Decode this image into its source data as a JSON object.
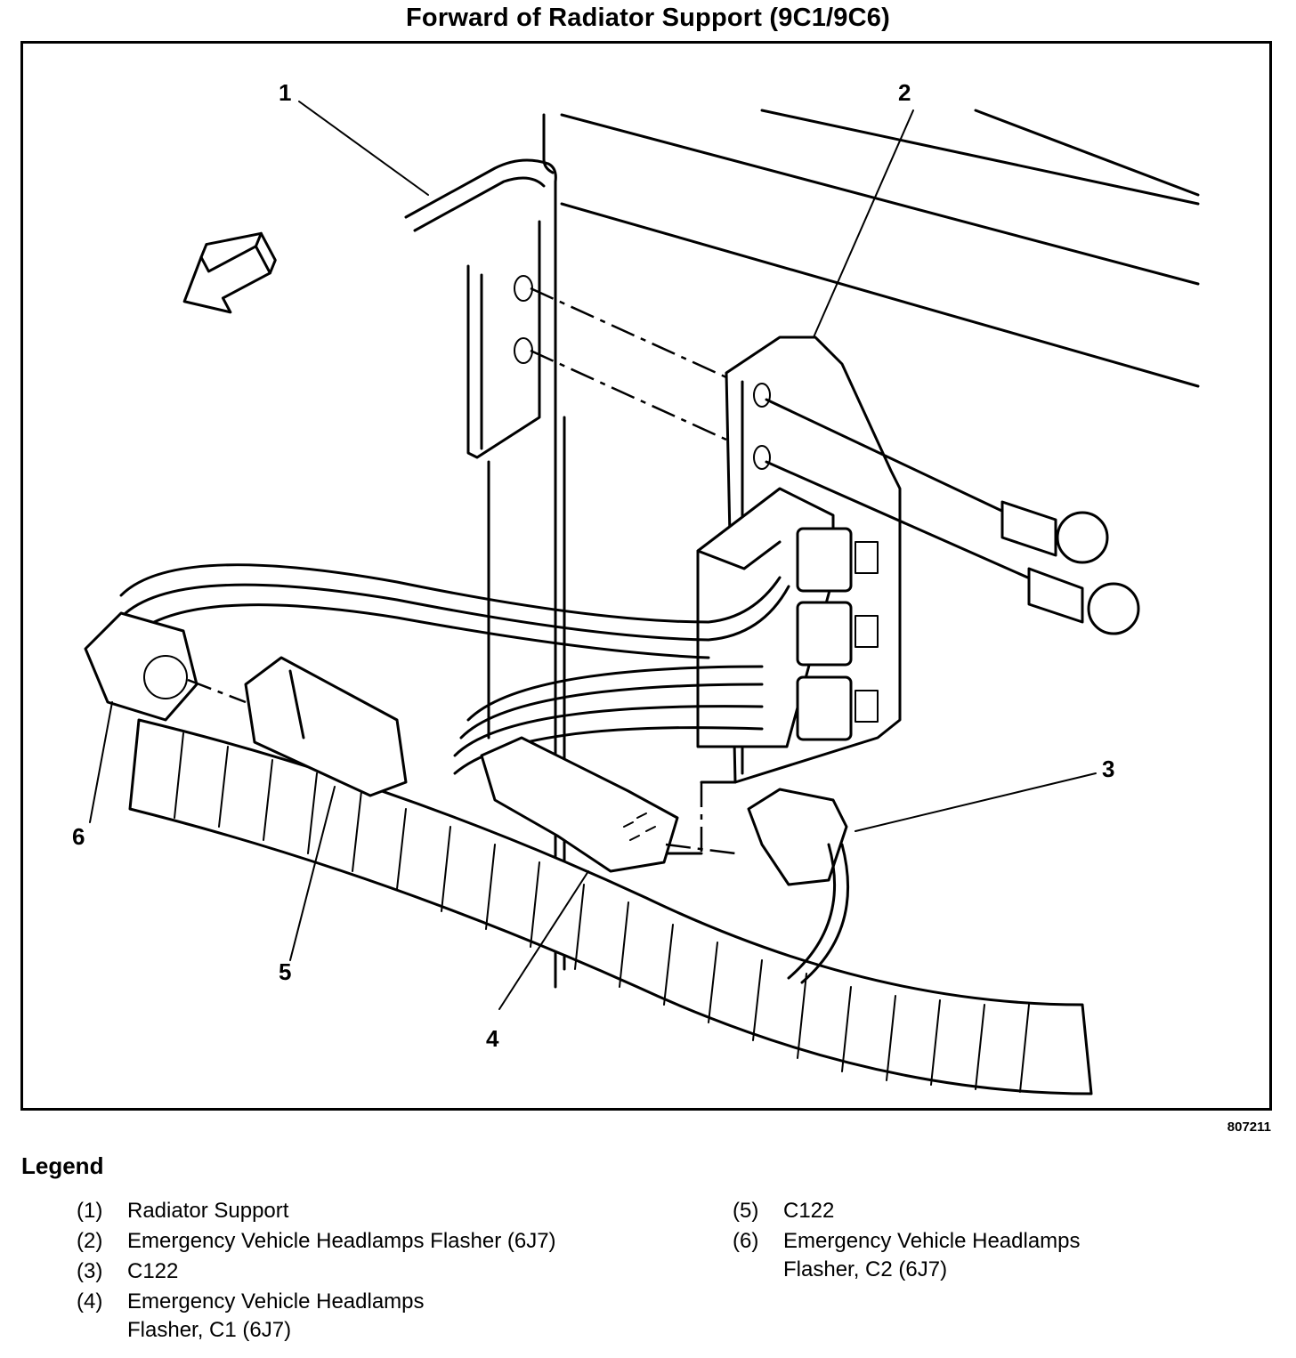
{
  "diagram": {
    "title": "Forward of Radiator Support (9C1/9C6)",
    "figure_id": "807211",
    "callouts": [
      "1",
      "2",
      "3",
      "4",
      "5",
      "6"
    ]
  },
  "legend": {
    "title": "Legend",
    "items": [
      {
        "num": "(1)",
        "text": "Radiator Support"
      },
      {
        "num": "(2)",
        "text": "Emergency Vehicle Headlamps Flasher (6J7)"
      },
      {
        "num": "(3)",
        "text": "C122"
      },
      {
        "num": "(4)",
        "text": "Emergency Vehicle Headlamps\nFlasher, C1 (6J7)"
      },
      {
        "num": "(5)",
        "text": "C122"
      },
      {
        "num": "(6)",
        "text": "Emergency Vehicle Headlamps\nFlasher, C2 (6J7)"
      }
    ]
  }
}
